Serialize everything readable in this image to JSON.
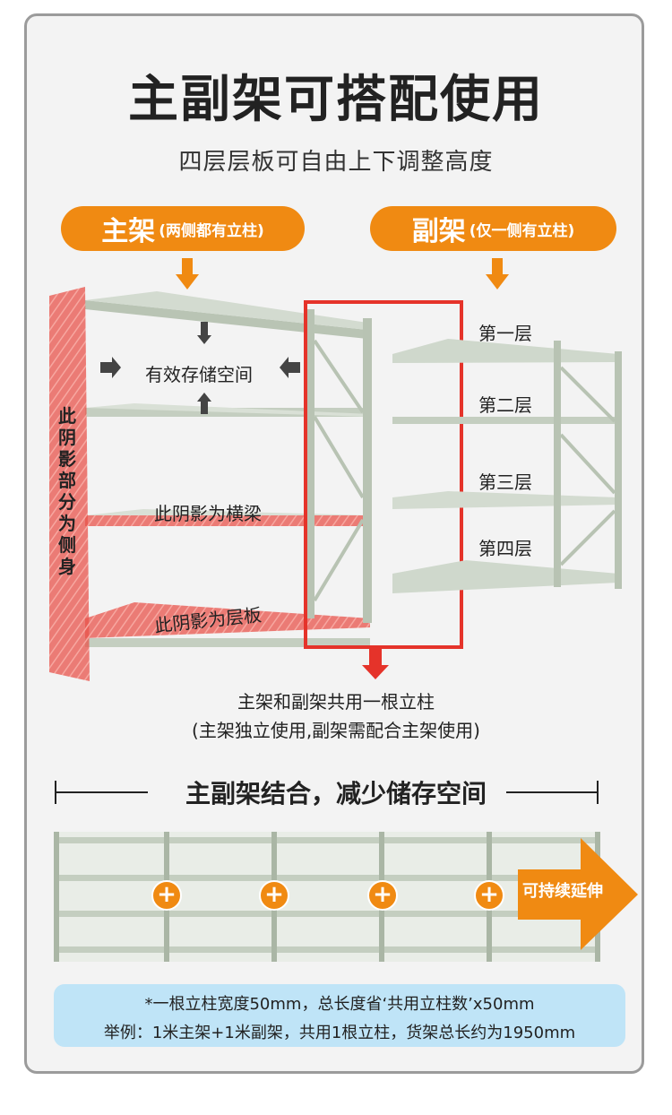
{
  "title": "主副架可搭配使用",
  "subtitle": "四层层板可自由上下调整高度",
  "main_rack": {
    "label": "主架",
    "note": "(两侧都有立柱)"
  },
  "sub_rack": {
    "label": "副架",
    "note": "(仅一侧有立柱)"
  },
  "annotations": {
    "storage": "有效存储空间",
    "side_vertical": "此阴影部分为侧身",
    "beam": "此阴影为横梁",
    "shelf_board": "此阴影为层板"
  },
  "layers": [
    "第一层",
    "第二层",
    "第三层",
    "第四层"
  ],
  "shared_post": {
    "line1": "主架和副架共用一根立柱",
    "line2": "(主架独立使用,副架需配合主架使用)"
  },
  "combine_title": "主副架结合，减少储存空间",
  "extend_label": "可持续延伸",
  "plus_symbol": "+",
  "note": {
    "line1": "*一根立柱宽度50mm，总长度省‘共用立柱数’x50mm",
    "line2": "举例：1米主架+1米副架，共用1根立柱，货架总长约为1950mm"
  },
  "colors": {
    "accent": "#f08a12",
    "highlight_red": "#e5332a",
    "rack_green": "#c9d3c6",
    "note_bg": "#bfe4f7"
  }
}
